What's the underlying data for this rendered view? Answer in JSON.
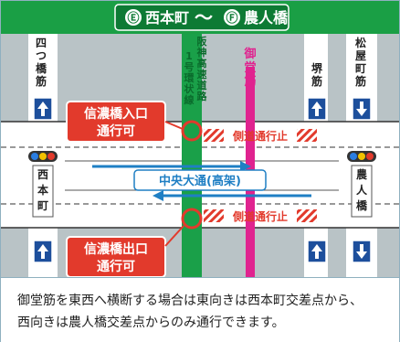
{
  "title": {
    "from_badge": "Ⓔ",
    "from_name": "西本町",
    "separator": "〜",
    "to_badge": "Ⓕ",
    "to_name": "農人橋"
  },
  "streets": {
    "yotsuhashi": "四つ橋筋",
    "hanshin": "阪神高速道路1号環状線",
    "midosuji": "御堂筋",
    "sakaisuji": "堺筋",
    "matsuyamachi": "松屋町筋"
  },
  "main_road": "中央大通(高架)",
  "intersections": {
    "west": "西本町",
    "east": "農人橋"
  },
  "callouts": {
    "top": [
      "信濃橋入口",
      "通行可"
    ],
    "bottom": [
      "信濃橋出口",
      "通行可"
    ]
  },
  "sidewalk_label": "側道通行止",
  "note_lines": [
    "御堂筋を東西へ横断する場合は東向きは西本町交差点から、",
    "西向きは農人橋交差点からのみ通行できます。"
  ],
  "colors": {
    "title_bg": "#1a9f45",
    "hanshin": "#1aa049",
    "midosuji": "#e0238f",
    "callout": "#e23a2c",
    "road_label": "#1f7fc4"
  }
}
